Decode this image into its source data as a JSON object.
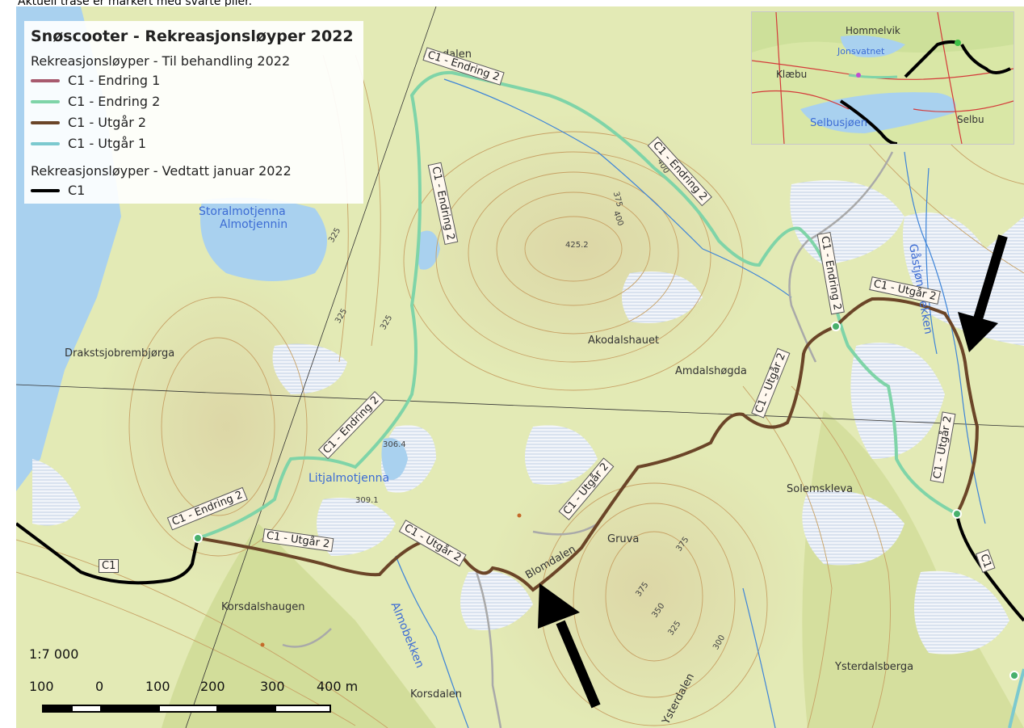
{
  "top_note": "Aktuell trasé er markert med svarte piler.",
  "legend": {
    "title": "Snøscooter - Rekreasjonsløyper 2022",
    "group1": "Rekreasjonsløyper - Til behandling 2022",
    "items": [
      {
        "label": "C1 - Endring 1",
        "color": "#a85a6e"
      },
      {
        "label": "C1 - Endring 2",
        "color": "#7fd4a8"
      },
      {
        "label": "C1 - Utgår 2",
        "color": "#6b4528"
      },
      {
        "label": "C1 - Utgår 1",
        "color": "#7cc9cf"
      }
    ],
    "group2": "Rekreasjonsløyper - Vedtatt januar 2022",
    "items2": [
      {
        "label": "C1",
        "color": "#000000"
      }
    ]
  },
  "inset_labels": {
    "hommelvik": "Hommelvik",
    "jonsvatnet": "Jonsvatnet",
    "klaebu": "Klæbu",
    "selbusjoen": "Selbusjøen",
    "selbu": "Selbu"
  },
  "place_labels": {
    "akodalen": "Akodalen",
    "storalmotjenna": "Storalmotjenna",
    "almotjennin": "Almotjennin",
    "drakstsjobrembjorga": "Drakstsjobrembjørga",
    "akodalshauet": "Akodalshauet",
    "amdalshogda": "Amdalshøgda",
    "litjalmotjenna": "Litjalmotjenna",
    "solemskleva": "Solemskleva",
    "gruva": "Gruva",
    "blomdalen": "Blomdalen",
    "korsdalshaugen": "Korsdalshaugen",
    "almobekken": "Almobekken",
    "korsdalen": "Korsdalen",
    "ysterdalen": "Ysterdalen",
    "ysterdalsberga": "Ysterdalsberga",
    "gastjonnbekken": "Gåstjønnbekken",
    "elev_425": "425.2",
    "elev_306": "306.4",
    "elev_309": "309.1",
    "c_400a": "400",
    "c_375a": "375",
    "c_400b": "400",
    "c_325a": "325",
    "c_325b": "325",
    "c_325c": "325",
    "c_375b": "375",
    "c_350": "350",
    "c_375c": "375",
    "c_325d": "325",
    "c_300": "300"
  },
  "route_labels": {
    "r1": "C1 - Endring 2",
    "r2": "C1 - Endring 2",
    "r3": "C1 - Endring 2",
    "r4": "C1 - Endring 2",
    "r5": "C1 - Endring 2",
    "r6": "C1 - Endring 2",
    "r7": "C1 - Utgår 2",
    "r8": "C1 - Utgår 2",
    "r9": "C1 - Utgår 2",
    "r10": "C1 - Utgår 2",
    "r11": "C1 - Utgår 2",
    "r12": "C1 - Utgår 2",
    "r13": "C1",
    "r14": "C1"
  },
  "scale": {
    "ratio": "1:7 000",
    "ticks": [
      "100",
      "0",
      "100",
      "200",
      "300",
      "400 m"
    ]
  },
  "colors": {
    "terrain": "#e2e9b4",
    "forest": "#c9d98f",
    "water": "#a9d1ef",
    "marsh": "#eef2f8",
    "contour": "#c9a26a",
    "vedtatt": "#000000",
    "endring2": "#7fd4a8",
    "utgar2": "#6b4528"
  }
}
